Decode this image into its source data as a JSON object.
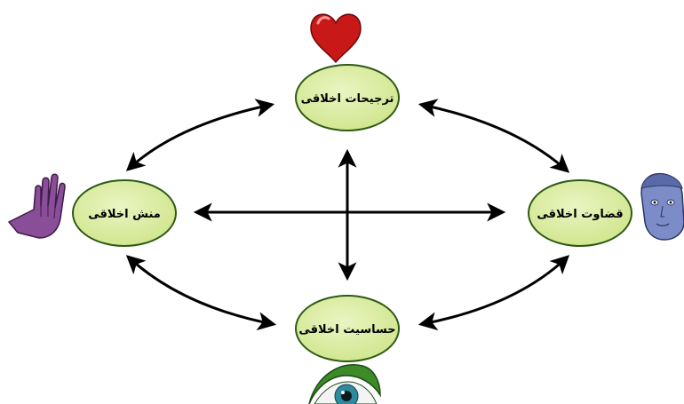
{
  "nodes": {
    "top": {
      "label": "ترجیحات اخلاقی"
    },
    "right": {
      "label": "قضاوت اخلاقی"
    },
    "bottom": {
      "label": "حساسیت اخلاقی"
    },
    "left": {
      "label": "منش اخلاقی"
    }
  },
  "icons": {
    "top": "heart-icon",
    "right": "head-icon",
    "bottom": "eye-icon",
    "left": "hand-icon"
  },
  "colors": {
    "node_fill": "#d9eca0",
    "node_stroke": "#2f5a14",
    "arrow": "#000000",
    "heart": "#c81818",
    "head": "#7b8cc8",
    "hand": "#8a4d98",
    "eye_lid": "#3c8a28",
    "eye_iris": "#2e8a9c"
  }
}
